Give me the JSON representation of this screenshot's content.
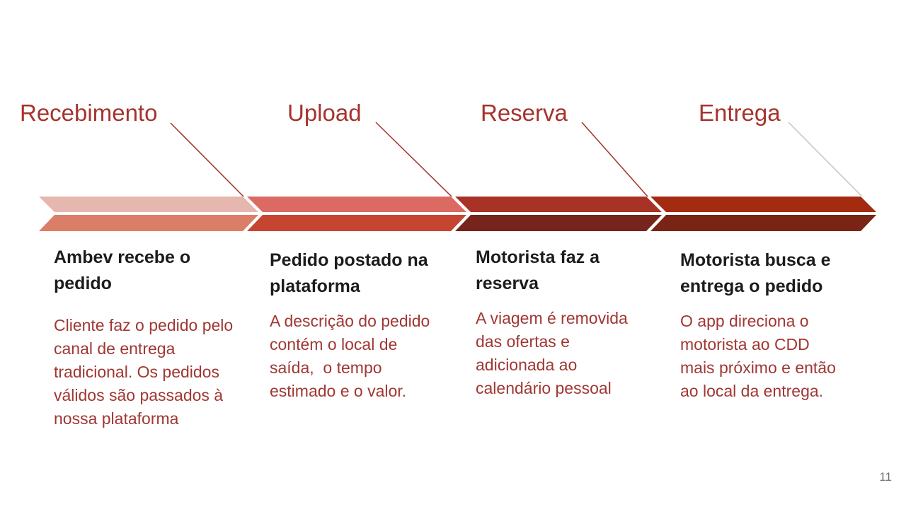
{
  "page_number": "11",
  "colors": {
    "background": "#FFFFFF",
    "stage_title_text": "#A6332D",
    "heading_text": "#1C1C1C",
    "body_text": "#A03733",
    "page_number_text": "#6F6F6F",
    "chevron_gap": "#FFFFFF"
  },
  "stages": [
    {
      "title": "Recebimento",
      "heading": "Ambev recebe o\npedido",
      "body": "Cliente faz o pedido pelo\ncanal de entrega\ntradicional. Os pedidos\nválidos são passados à\nnossa plataforma",
      "band": {
        "top_color": "#E6B7AE",
        "bottom_color": "#DB7E67"
      },
      "connector_color": "#A23128"
    },
    {
      "title": "Upload",
      "heading": "Pedido postado na\nplataforma",
      "body": "A descrição do pedido\ncontém o local de\nsaída,  o tempo\nestimado e o valor.",
      "band": {
        "top_color": "#DB6A62",
        "bottom_color": "#C64530"
      },
      "connector_color": "#A23128"
    },
    {
      "title": "Reserva",
      "heading": "Motorista faz a\nreserva",
      "body": "A viagem é removida\ndas ofertas e\nadicionada ao\ncalendário pessoal",
      "band": {
        "top_color": "#A93226",
        "bottom_color": "#76241C"
      },
      "connector_color": "#A23128"
    },
    {
      "title": "Entrega",
      "heading": "Motorista busca e\nentrega o pedido",
      "body": "O app direciona o\nmotorista ao CDD\nmais próximo e então\nao local da entrega.",
      "band": {
        "top_color": "#A42B10",
        "bottom_color": "#7A2415"
      },
      "connector_color": "#C8C4C1"
    }
  ]
}
